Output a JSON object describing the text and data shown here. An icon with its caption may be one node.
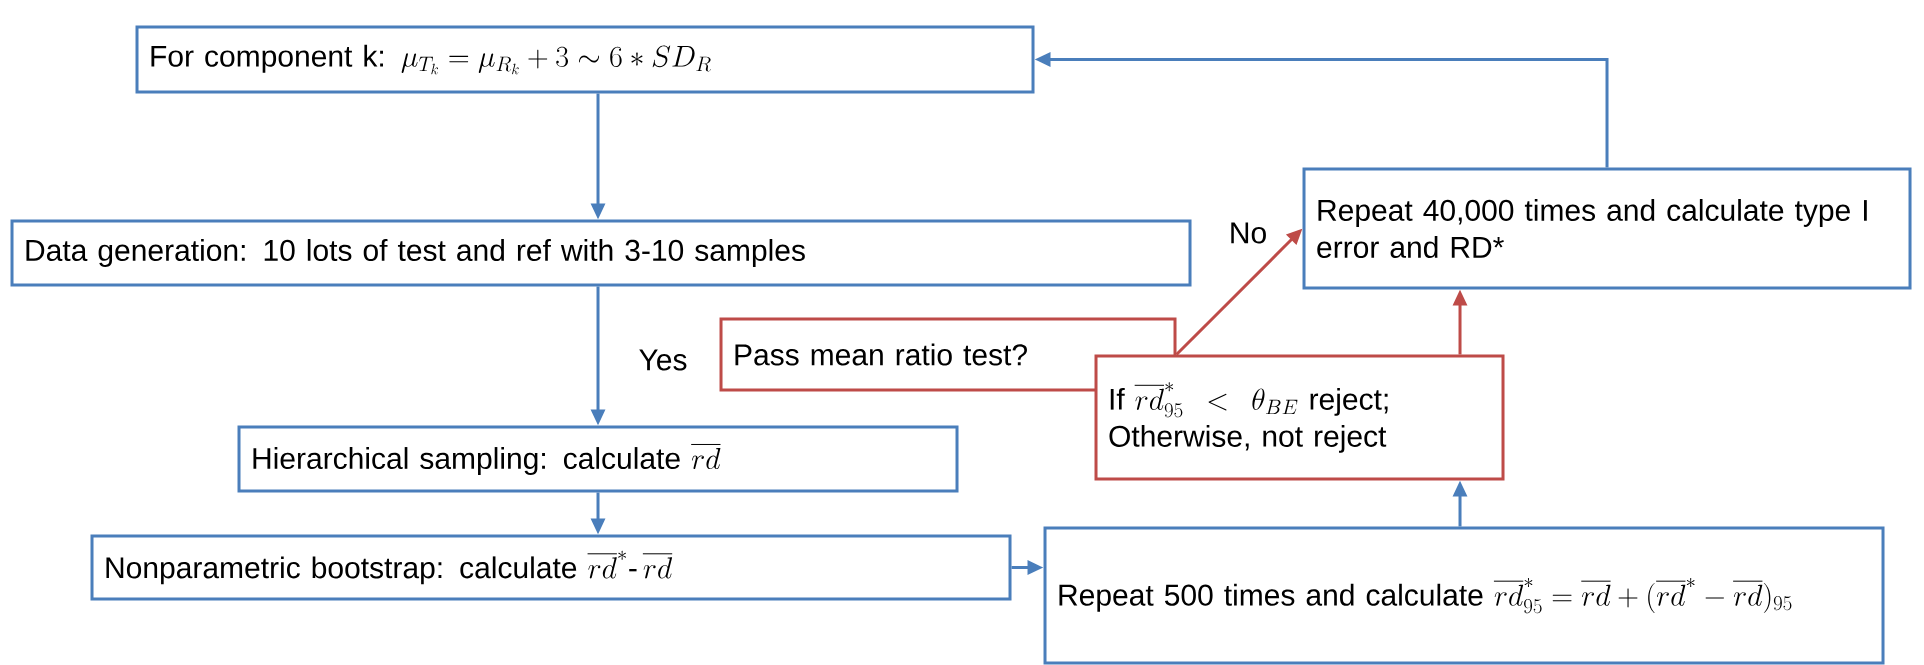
{
  "diagram": {
    "nodes": [
      {
        "text": [
          "For component k:",
          "\\mu_{T_k} = \\mu_{R_k} + 3\\sim 6*SD_R"
        ]
      },
      {
        "text": [
          "Data generation: 10 lots of test and ref with 3-10 samples"
        ]
      },
      {
        "text": [
          "Pass mean ratio test?"
        ]
      },
      {
        "text": [
          "Hierarchical sampling: calculate",
          "\\overline{rd}"
        ]
      },
      {
        "text": [
          "Nonparametric bootstrap: calculate",
          "\\overline{rd}^{*}\\text{-}\\,\\overline{rd}"
        ]
      },
      {
        "text": [
          "Repeat 500 times and calculate",
          "\\overline{rd}^{*}_{95} = \\overline{rd} + (\\overline{rd}^{*} - \\overline{rd})_{95}"
        ]
      },
      {
        "text": [
          "If",
          "\\overline{rd}^{*}_{95} < \\theta_{BE}",
          "reject; Otherwise, not reject"
        ]
      },
      {
        "text": [
          "Repeat 40,000 times and calculate type I error and RD*"
        ]
      }
    ],
    "edges": [
      {
        "from": 0,
        "to": 1,
        "arrow": "to"
      },
      {
        "from": 1,
        "to": 3,
        "arrow": "to",
        "label": "Yes"
      },
      {
        "from": 2,
        "to": 7,
        "arrow": "to",
        "label": "No",
        "color": "#be4b48"
      },
      {
        "from": 3,
        "to": 4,
        "arrow": "to"
      },
      {
        "from": 4,
        "to": 5,
        "arrow": "to"
      },
      {
        "from": 5,
        "to": 6,
        "arrow": "to"
      },
      {
        "from": 6,
        "to": 7,
        "arrow": "to",
        "color": "#be4b48"
      },
      {
        "from": 7,
        "to": 0,
        "arrow": "to"
      }
    ]
  }
}
